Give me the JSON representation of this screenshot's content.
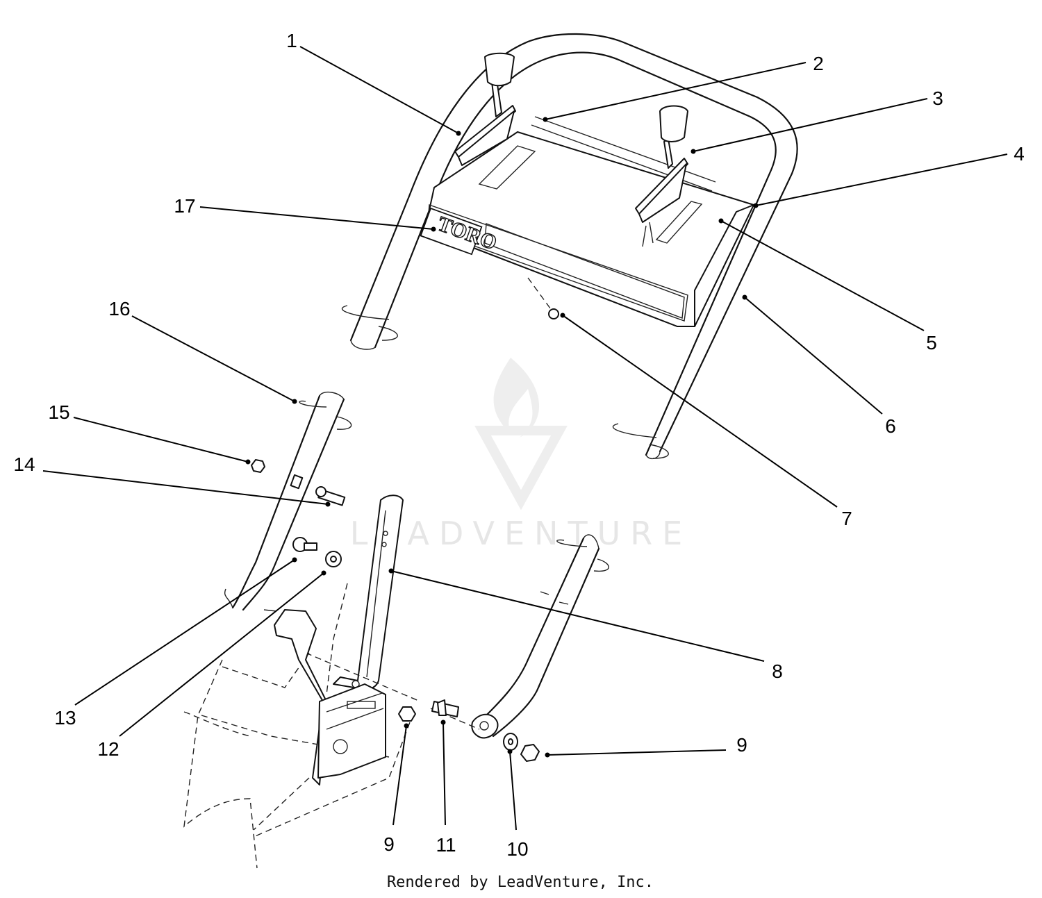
{
  "callouts": [
    {
      "label": "1"
    },
    {
      "label": "2"
    },
    {
      "label": "3"
    },
    {
      "label": "4"
    },
    {
      "label": "5"
    },
    {
      "label": "6"
    },
    {
      "label": "7"
    },
    {
      "label": "8"
    },
    {
      "label": "9"
    },
    {
      "label": "10"
    },
    {
      "label": "11"
    },
    {
      "label": "12"
    },
    {
      "label": "13"
    },
    {
      "label": "14"
    },
    {
      "label": "15"
    },
    {
      "label": "16"
    },
    {
      "label": "17"
    },
    {
      "label": "9"
    }
  ],
  "panel_logo": "TORO",
  "watermark": "LEADVENTURE",
  "credit": "Rendered by LeadVenture, Inc."
}
